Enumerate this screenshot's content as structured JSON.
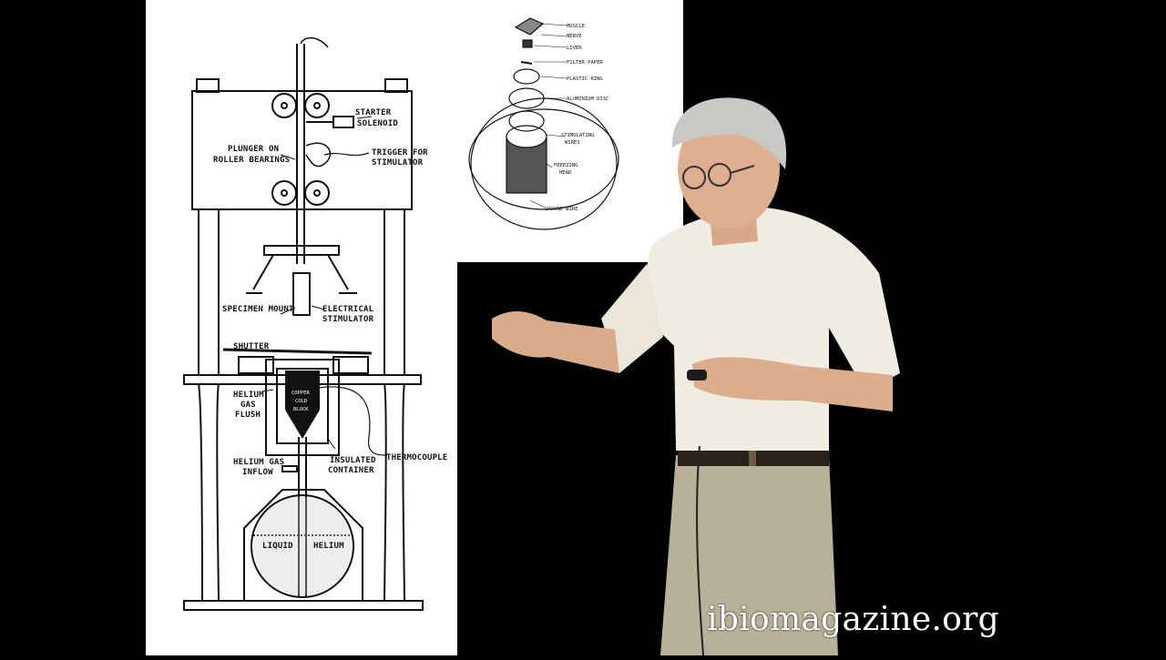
{
  "main_diagram": {
    "labels": {
      "starter": "STARTER",
      "solenoid": "SOLENOID",
      "plunger_1": "PLUNGER ON",
      "plunger_2": "ROLLER BEARINGS",
      "trigger_1": "TRIGGER FOR",
      "trigger_2": "STIMULATOR",
      "specimen_mount": "SPECIMEN MOUNT",
      "electrical_1": "ELECTRICAL",
      "electrical_2": "STIMULATOR",
      "shutter": "SHUTTER",
      "helium_flush_1": "HELIUM",
      "helium_flush_2": "GAS",
      "helium_flush_3": "FLUSH",
      "copper_1": "COPPER",
      "copper_2": "COLD",
      "copper_3": "BLOCK",
      "thermocouple": "THERMOCOUPLE",
      "helium_inflow_1": "HELIUM GAS",
      "helium_inflow_2": "INFLOW",
      "insulated_1": "INSULATED",
      "insulated_2": "CONTAINER",
      "liquid": "LIQUID",
      "helium": "HELIUM"
    }
  },
  "inset_diagram": {
    "labels": {
      "muscle": "MUSCLE",
      "nerve": "NERVE",
      "liver": "LIVER",
      "filter_paper": "FILTER PAPER",
      "plastic_ring": "PLASTIC RING",
      "aluminium_disc": "ALUMINIUM DISC",
      "stimulating_1": "STIMULATING",
      "stimulating_2": "WIRES",
      "freezing_1": "FREEZING",
      "freezing_2": "HEAD",
      "ground_wire": "GROUND WIRE"
    }
  },
  "watermark": "ibiomagazine.org"
}
